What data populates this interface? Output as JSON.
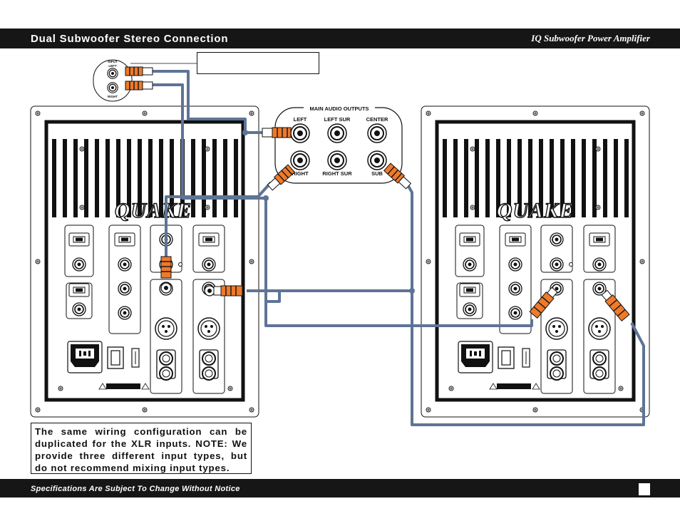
{
  "header": {
    "title": "Dual Subwoofer Stereo Connection",
    "product": "IQ Subwoofer Power Amplifier"
  },
  "input_jack": {
    "title": "INPUT",
    "left": "LEFT",
    "right": "RIGHT"
  },
  "receiver": {
    "title": "MAIN AUDIO OUTPUTS",
    "labels": [
      "LEFT",
      "LEFT SUR",
      "CENTER",
      "RIGHT",
      "RIGHT SUR",
      "SUB"
    ]
  },
  "amplifier": {
    "brand": "QUAKE"
  },
  "note": "The same wiring configuration can be duplicated for the XLR inputs. NOTE: We provide three different input types, but do not recommend mixing input types.",
  "footer": {
    "disclaimer": "Specifications Are Subject To Change Without Notice"
  },
  "colors": {
    "cable": "#5e7496",
    "plug": "#ee7a2a",
    "ink": "#111111"
  }
}
